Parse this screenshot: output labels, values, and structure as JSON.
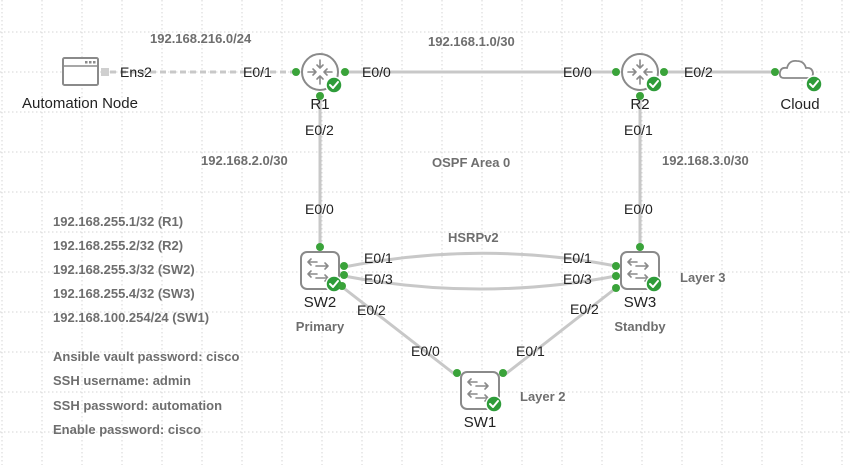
{
  "diagram": {
    "nodes": {
      "automation": {
        "label": "Automation Node",
        "icon": "server-window-icon"
      },
      "r1": {
        "label": "R1",
        "icon": "router-icon",
        "status": "running"
      },
      "r2": {
        "label": "R2",
        "icon": "router-icon",
        "status": "running"
      },
      "cloud": {
        "label": "Cloud",
        "icon": "cloud-icon",
        "status": "running"
      },
      "sw2": {
        "label": "SW2",
        "role": "Primary",
        "icon": "switch-icon",
        "status": "running"
      },
      "sw3": {
        "label": "SW3",
        "role": "Standby",
        "icon": "switch-icon",
        "status": "running"
      },
      "sw1": {
        "label": "SW1",
        "icon": "switch-icon",
        "status": "running"
      }
    },
    "ports": {
      "automation_ens2": "Ens2",
      "r1_e01": "E0/1",
      "r1_e00": "E0/0",
      "r1_e02": "E0/2",
      "r2_e00": "E0/0",
      "r2_e02": "E0/2",
      "r2_e01": "E0/1",
      "sw2_e00": "E0/0",
      "sw2_e01": "E0/1",
      "sw2_e03": "E0/3",
      "sw2_e02": "E0/2",
      "sw3_e00": "E0/0",
      "sw3_e01": "E0/1",
      "sw3_e03": "E0/3",
      "sw3_e02": "E0/2",
      "sw1_e00": "E0/0",
      "sw1_e01": "E0/1"
    },
    "subnets": {
      "mgmt": "192.168.216.0/24",
      "r1_r2": "192.168.1.0/30",
      "r1_sw2": "192.168.2.0/30",
      "r2_sw3": "192.168.3.0/30"
    },
    "annotations": {
      "ospf": "OSPF Area 0",
      "hsrp": "HSRPv2",
      "layer3": "Layer 3",
      "layer2": "Layer 2"
    },
    "loopbacks": [
      "192.168.255.1/32 (R1)",
      "192.168.255.2/32 (R2)",
      "192.168.255.3/32 (SW2)",
      "192.168.255.4/32 (SW3)",
      "192.168.100.254/24 (SW1)"
    ],
    "credentials": [
      "Ansible vault password: cisco",
      "SSH username: admin",
      "SSH password: automation",
      "Enable password: cisco"
    ],
    "colors": {
      "status_ok": "#2e9c3a",
      "port_up": "#3aa33a",
      "link": "#c8c8c8",
      "annotation_text": "#6e6e6e"
    }
  }
}
